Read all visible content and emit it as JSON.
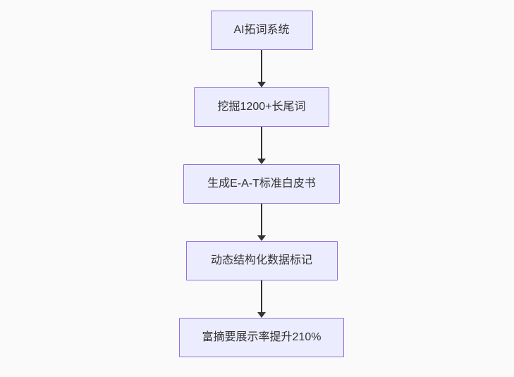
{
  "canvas": {
    "background": "#fafafa"
  },
  "flowchart": {
    "type": "flowchart",
    "direction": "top-down",
    "node_fill": "#ECECFF",
    "node_border": "#9370DB",
    "text_color": "#333333",
    "arrow_color": "#333333",
    "nodes": [
      {
        "id": "step-1",
        "label": "AI拓词系统"
      },
      {
        "id": "step-2",
        "label": "挖掘1200+长尾词"
      },
      {
        "id": "step-3",
        "label": "生成E-A-T标准白皮书"
      },
      {
        "id": "step-4",
        "label": "动态结构化数据标记"
      },
      {
        "id": "step-5",
        "label": "富摘要展示率提升210%"
      }
    ],
    "edges": [
      {
        "from": "step-1",
        "to": "step-2"
      },
      {
        "from": "step-2",
        "to": "step-3"
      },
      {
        "from": "step-3",
        "to": "step-4"
      },
      {
        "from": "step-4",
        "to": "step-5"
      }
    ]
  }
}
